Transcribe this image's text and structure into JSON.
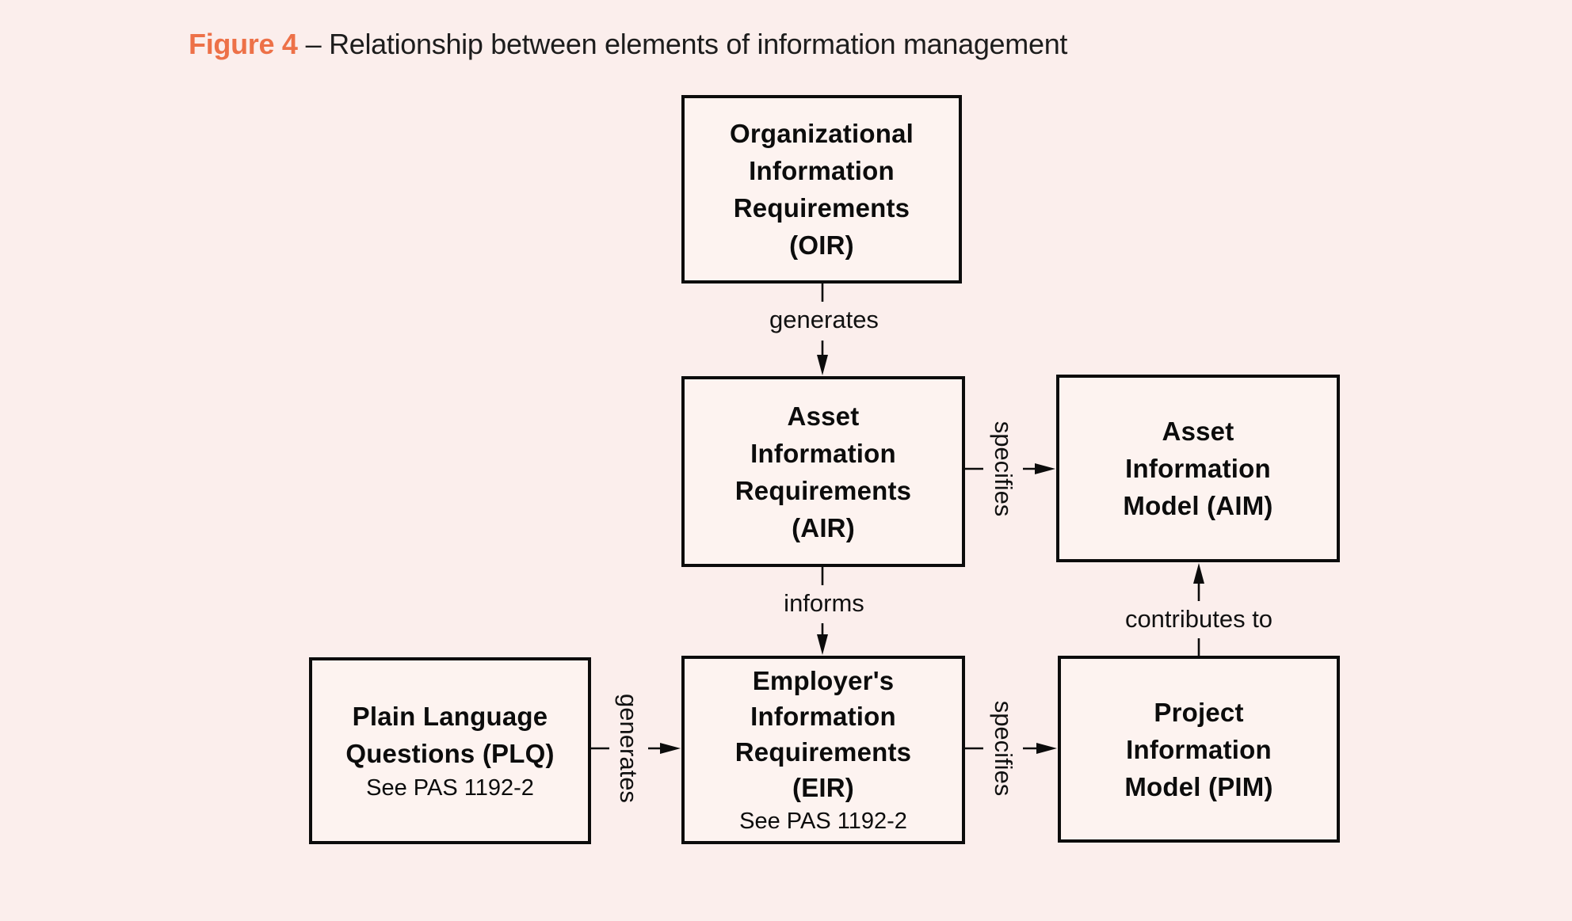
{
  "title": {
    "figure_label": "Figure 4",
    "rest": "– Relationship between elements of information management"
  },
  "colors": {
    "background": "#fbeeec",
    "box_fill": "#fdf3f0",
    "accent_orange": "#ed7148",
    "ink": "#0c0c0c"
  },
  "boxes": {
    "oir": {
      "lines": [
        "Organizational",
        "Information",
        "Requirements",
        "(OIR)"
      ]
    },
    "air": {
      "lines": [
        "Asset",
        "Information",
        "Requirements",
        "(AIR)"
      ]
    },
    "aim": {
      "lines": [
        "Asset",
        "Information",
        "Model (AIM)"
      ]
    },
    "plq": {
      "lines": [
        "Plain Language",
        "Questions (PLQ)"
      ],
      "note": "See PAS 1192-2"
    },
    "eir": {
      "lines": [
        "Employer's",
        "Information",
        "Requirements",
        "(EIR)"
      ],
      "note": "See PAS 1192-2"
    },
    "pim": {
      "lines": [
        "Project",
        "Information",
        "Model (PIM)"
      ]
    }
  },
  "connectors": {
    "oir_to_air": "generates",
    "air_to_aim": "specifies",
    "air_to_eir": "informs",
    "plq_to_eir": "generates",
    "eir_to_pim": "specifies",
    "pim_to_aim": "contributes to"
  }
}
